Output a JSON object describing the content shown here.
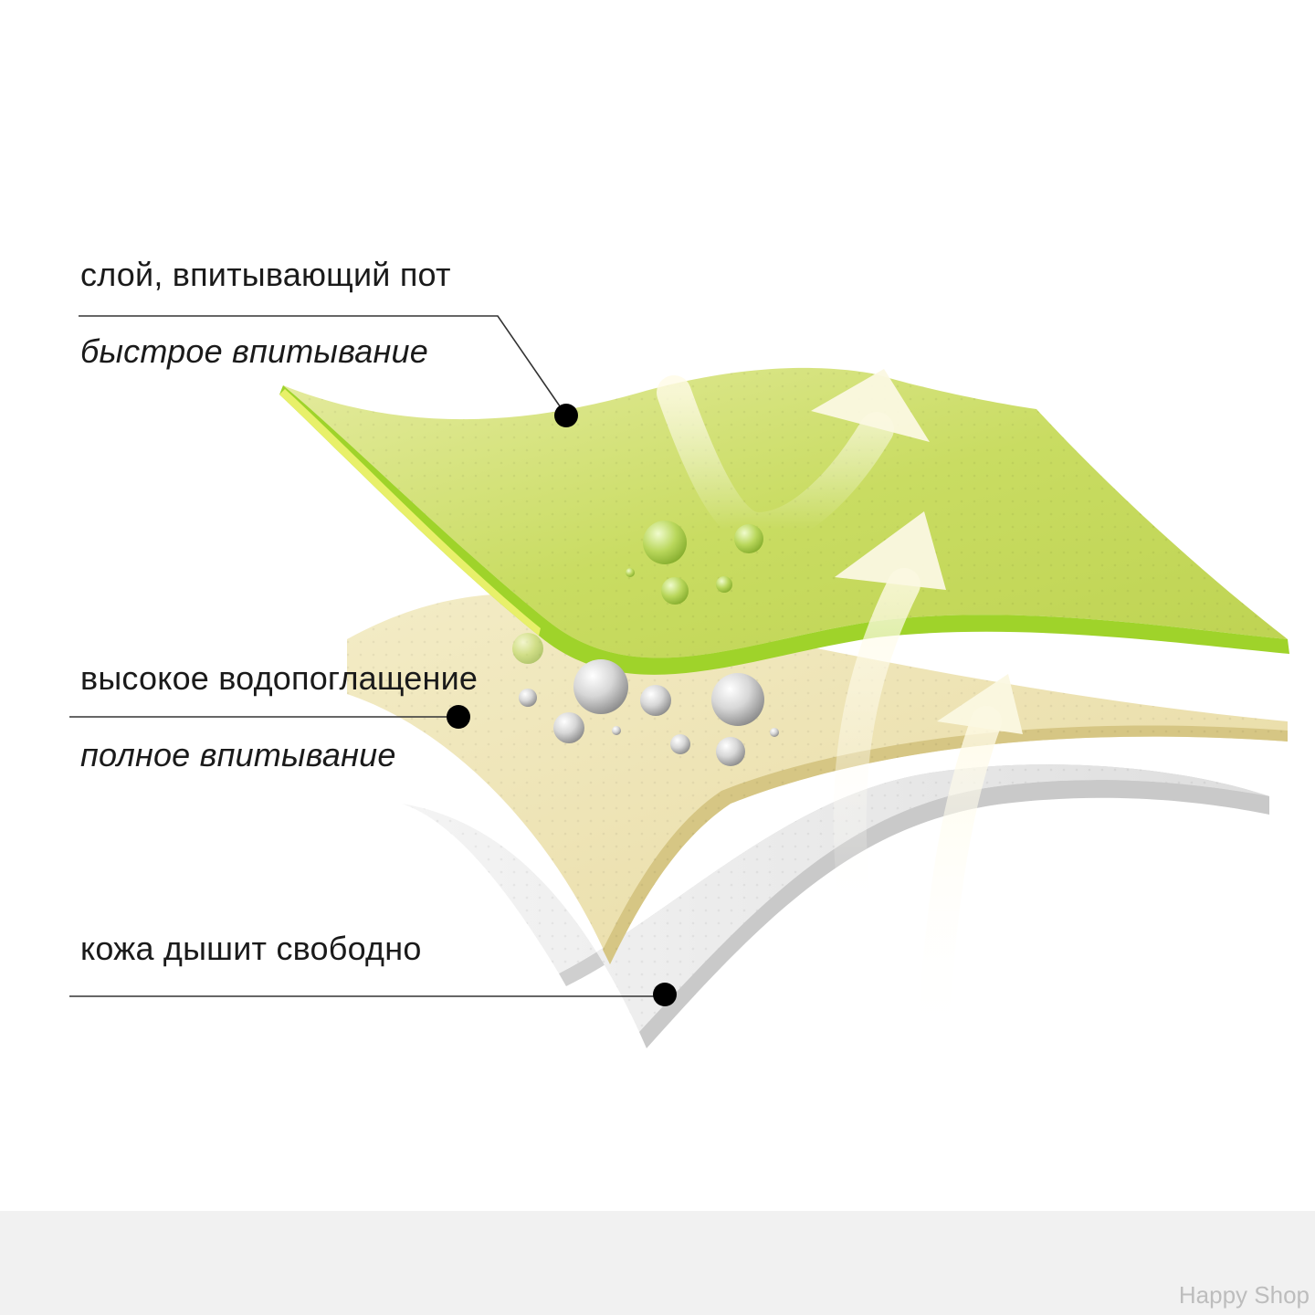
{
  "diagram": {
    "layers": [
      {
        "name": "sweat-absorbing-layer",
        "title": "слой, впитывающий пот",
        "subtitle": "быстрое впитывание",
        "color": "#c8dc5a"
      },
      {
        "name": "water-absorption-layer",
        "title": "высокое водопоглащение",
        "subtitle": "полное впитывание",
        "color": "#ece1a8"
      },
      {
        "name": "breathable-layer",
        "title": "кожа дышит свободно",
        "subtitle": "",
        "color": "#e6e6e6"
      }
    ],
    "colors": {
      "top_edge": "#8fd12a",
      "top_face": "#c9dc62",
      "mid_face": "#ece0aa",
      "mid_edge": "#d8c98a",
      "bottom_face": "#e9e9e9",
      "bottom_edge": "#cfcfcf",
      "leader_line": "#333333",
      "dot": "#000000",
      "arrow": "#fbf7df"
    }
  },
  "footer": {
    "watermark": "Happy Shop"
  }
}
